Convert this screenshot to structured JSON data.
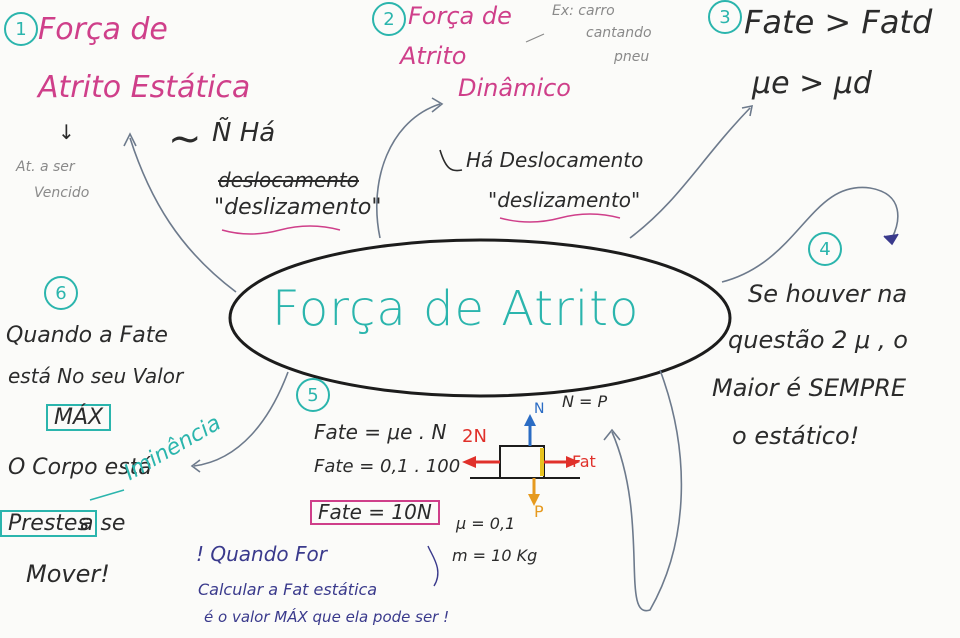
{
  "colors": {
    "pink": "#cf3f8a",
    "teal": "#2bb5ad",
    "ink": "#2b2b2b",
    "grey": "#8a8a8a",
    "red": "#e0302a",
    "orange": "#e69a1f"
  },
  "center": {
    "title": "Força de Atrito"
  },
  "b1": {
    "number": "1",
    "title_line1": "Força de",
    "title_line2": "Atrito Estática",
    "down_arrow": "↓",
    "note_line1": "At. a ser",
    "note_line2": "Vencido",
    "tilde": "~",
    "no_line1": "Ñ Há",
    "no_line2": "deslocamento",
    "no_line3": "\"deslizamento\""
  },
  "b2": {
    "number": "2",
    "title_line1": "Força de",
    "title_line2": "Atrito",
    "title_line3": "Dinâmico",
    "example_line1": "Ex: carro",
    "example_line2": "cantando",
    "example_line3": "pneu",
    "has_line1": "Há Deslocamento",
    "has_line2": "\"deslizamento\""
  },
  "b3": {
    "number": "3",
    "line1": "Fate > Fatd",
    "line2": "μe > μd"
  },
  "b4": {
    "number": "4",
    "line1": "Se houver na",
    "line2": "questão 2 μ , o",
    "line3": "Maior é SEMPRE",
    "line4": "o estático!"
  },
  "b5": {
    "number": "5",
    "eq1": "Fate = μe . N",
    "eq2": "Fate = 0,1 . 100",
    "eq3": "Fate = 10N",
    "force_applied": "2N",
    "normal": "N",
    "n_equals_p": "N = P",
    "fat_label": "Fat",
    "weight": "P",
    "mu": "μ = 0,1",
    "mass": "m = 10 Kg",
    "note_line1": "! Quando For",
    "note_line2": "Calcular a Fat estática",
    "note_line3": "é o valor MÁX que ela pode ser !"
  },
  "b6": {
    "number": "6",
    "line1": "Quando a Fate",
    "line2": "está No seu Valor",
    "line3": "MÁX",
    "line4": "O Corpo está",
    "line5": "Prestes",
    "line6": "a se",
    "line7": "Mover!",
    "imminence": "Iminência"
  }
}
